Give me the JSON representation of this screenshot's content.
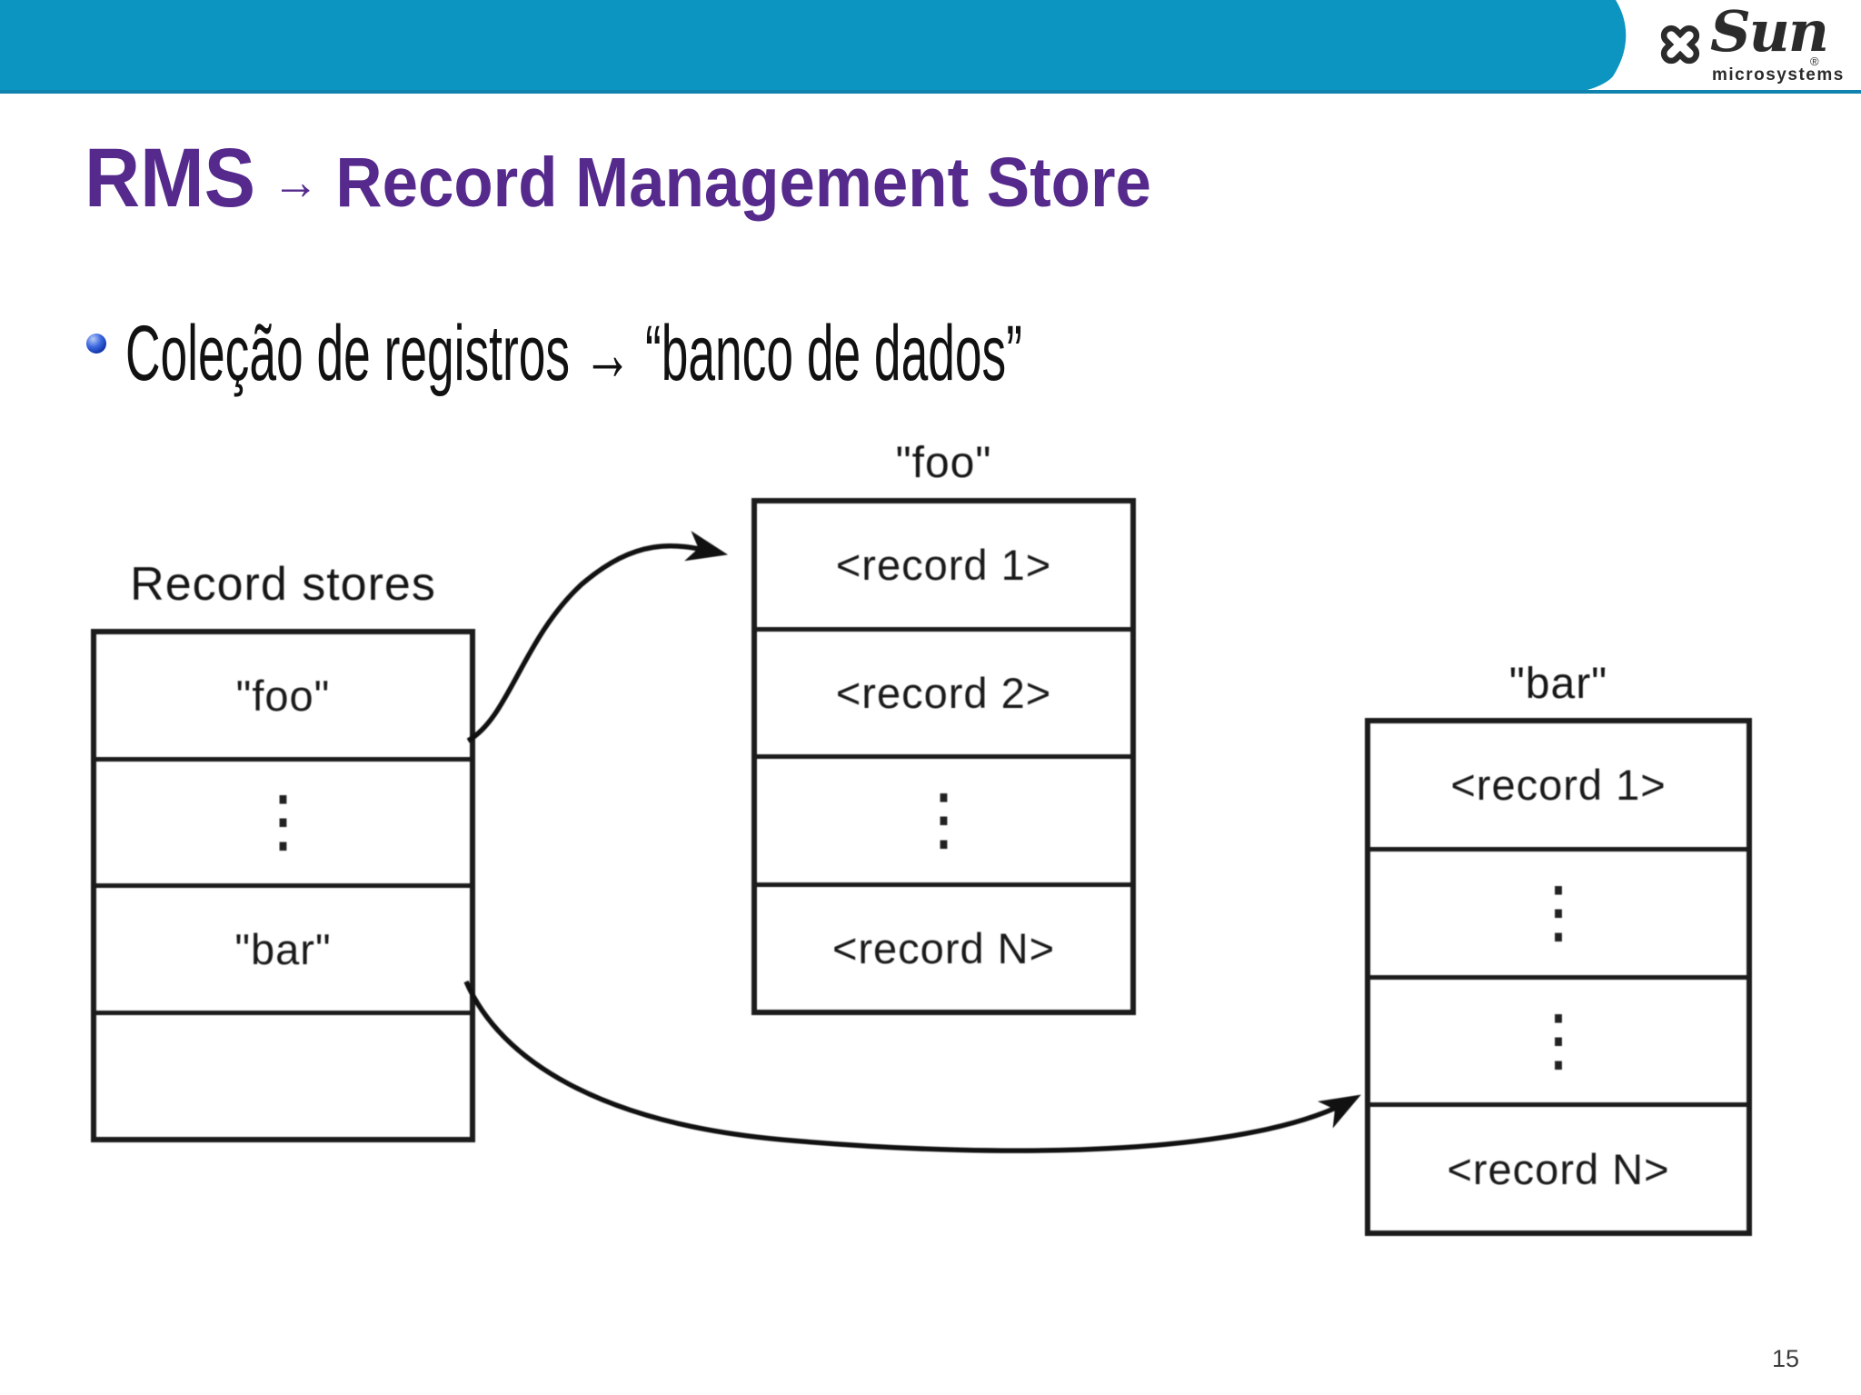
{
  "header": {
    "logo": {
      "name": "Sun",
      "registered": "®",
      "subtitle": "microsystems"
    }
  },
  "title": {
    "acronym": "RMS",
    "arrow": "→",
    "text": "Record Management Store"
  },
  "bullet": {
    "text": "Coleção de registros → “banco de dados”"
  },
  "diagram": {
    "record_stores": {
      "label": "Record stores",
      "rows": [
        "\"foo\"",
        "⋮",
        "\"bar\"",
        ""
      ]
    },
    "foo_store": {
      "label": "\"foo\"",
      "rows": [
        "<record 1>",
        "<record 2>",
        "⋮",
        "<record N>"
      ]
    },
    "bar_store": {
      "label": "\"bar\"",
      "rows": [
        "<record 1>",
        "⋮",
        "⋮",
        "<record N>"
      ]
    }
  },
  "footer": {
    "page_number": "15"
  },
  "colors": {
    "header_teal": "#0b95c0",
    "header_edge": "#0f82ad",
    "title_purple": "#552a8c",
    "diagram_ink": "#1c1c1c",
    "bullet_blue": "#2a52c8"
  }
}
